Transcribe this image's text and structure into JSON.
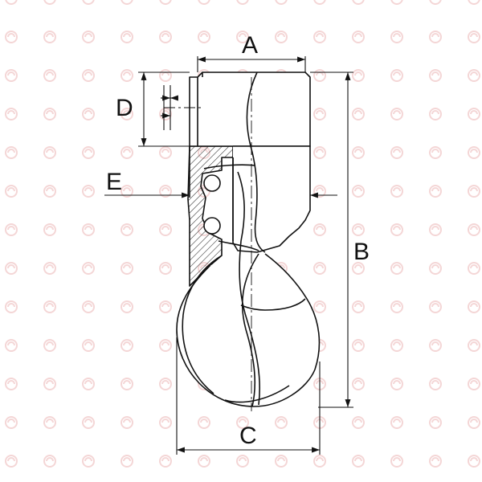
{
  "labels": {
    "A": "A",
    "B": "B",
    "C": "C",
    "D": "D",
    "E": "E"
  },
  "colors": {
    "line": "#111111",
    "hatch": "#333333",
    "watermark": "#f6dede",
    "background": "#ffffff"
  }
}
